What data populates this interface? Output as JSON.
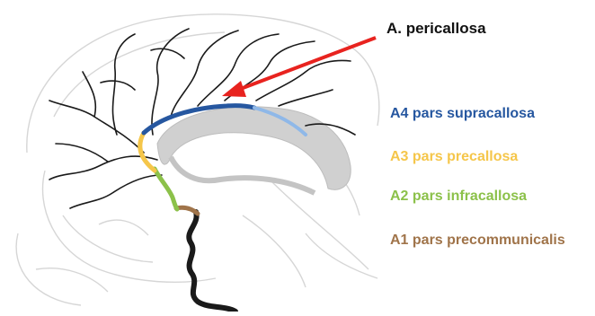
{
  "title": "A. pericallosa",
  "segments": [
    {
      "key": "a4",
      "label": "A4 pars supracallosa",
      "color": "#2657a0"
    },
    {
      "key": "a3",
      "label": "A3 pars precallosa",
      "color": "#f5c64a"
    },
    {
      "key": "a2",
      "label": "A2 pars infracallosa",
      "color": "#8cc14a"
    },
    {
      "key": "a1",
      "label": "A1 pars precommunicalis",
      "color": "#a0744a"
    }
  ],
  "colors": {
    "arrow": "#e8231f",
    "vessel": "#1a1a1a",
    "corpus_callosum": "#d0d0d0",
    "a4_distal": "#8fb8e8",
    "brain_outline": "#cfcfcf"
  }
}
